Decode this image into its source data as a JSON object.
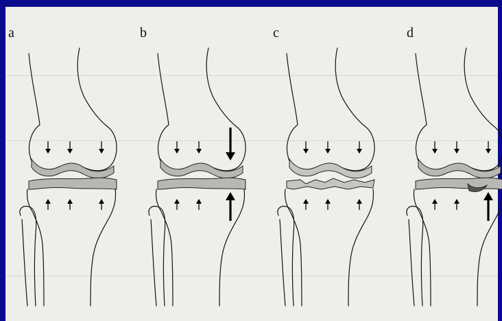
{
  "figure": {
    "panels": [
      {
        "id": "a",
        "label": "a",
        "arrows": [
          "small",
          "small",
          "small"
        ]
      },
      {
        "id": "b",
        "label": "b",
        "arrows": [
          "small",
          "small",
          "large"
        ]
      },
      {
        "id": "c",
        "label": "c",
        "arrows": [
          "small",
          "small",
          "small"
        ]
      },
      {
        "id": "d",
        "label": "d",
        "arrows": [
          "small",
          "small",
          "small"
        ],
        "tibia_arrows": [
          "small",
          "small",
          "large"
        ]
      }
    ]
  },
  "colors": {
    "frame": "#0a0a8c",
    "paper": "#efeeea",
    "ink": "#111111",
    "cartilage": "#b9b7b2"
  }
}
